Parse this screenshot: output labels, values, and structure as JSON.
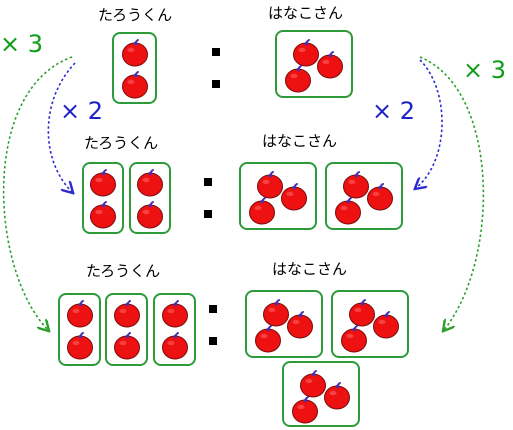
{
  "rows": [
    {
      "left_label": "たろうくん",
      "right_label": "はなこさん",
      "left_units": 1,
      "right_units": 1,
      "apples_left_per_unit": 2,
      "apples_right_per_unit": 3
    },
    {
      "left_label": "たろうくん",
      "right_label": "はなこさん",
      "left_units": 2,
      "right_units": 2,
      "apples_left_per_unit": 2,
      "apples_right_per_unit": 3
    },
    {
      "left_label": "たろうくん",
      "right_label": "はなこさん",
      "left_units": 3,
      "right_units": 3,
      "apples_left_per_unit": 2,
      "apples_right_per_unit": 3
    }
  ],
  "multipliers": {
    "times3": "× 3",
    "times2": "× 2"
  },
  "colors": {
    "apple": "#ee1111",
    "apple_outline": "#7a0b0b",
    "stem": "#4a2fb0",
    "box_border": "#2c9b3a",
    "arrow_green": "#2aa02a",
    "arrow_blue": "#2a2ad0",
    "mult_green": "#0d9d16",
    "mult_blue": "#1e20c8"
  }
}
